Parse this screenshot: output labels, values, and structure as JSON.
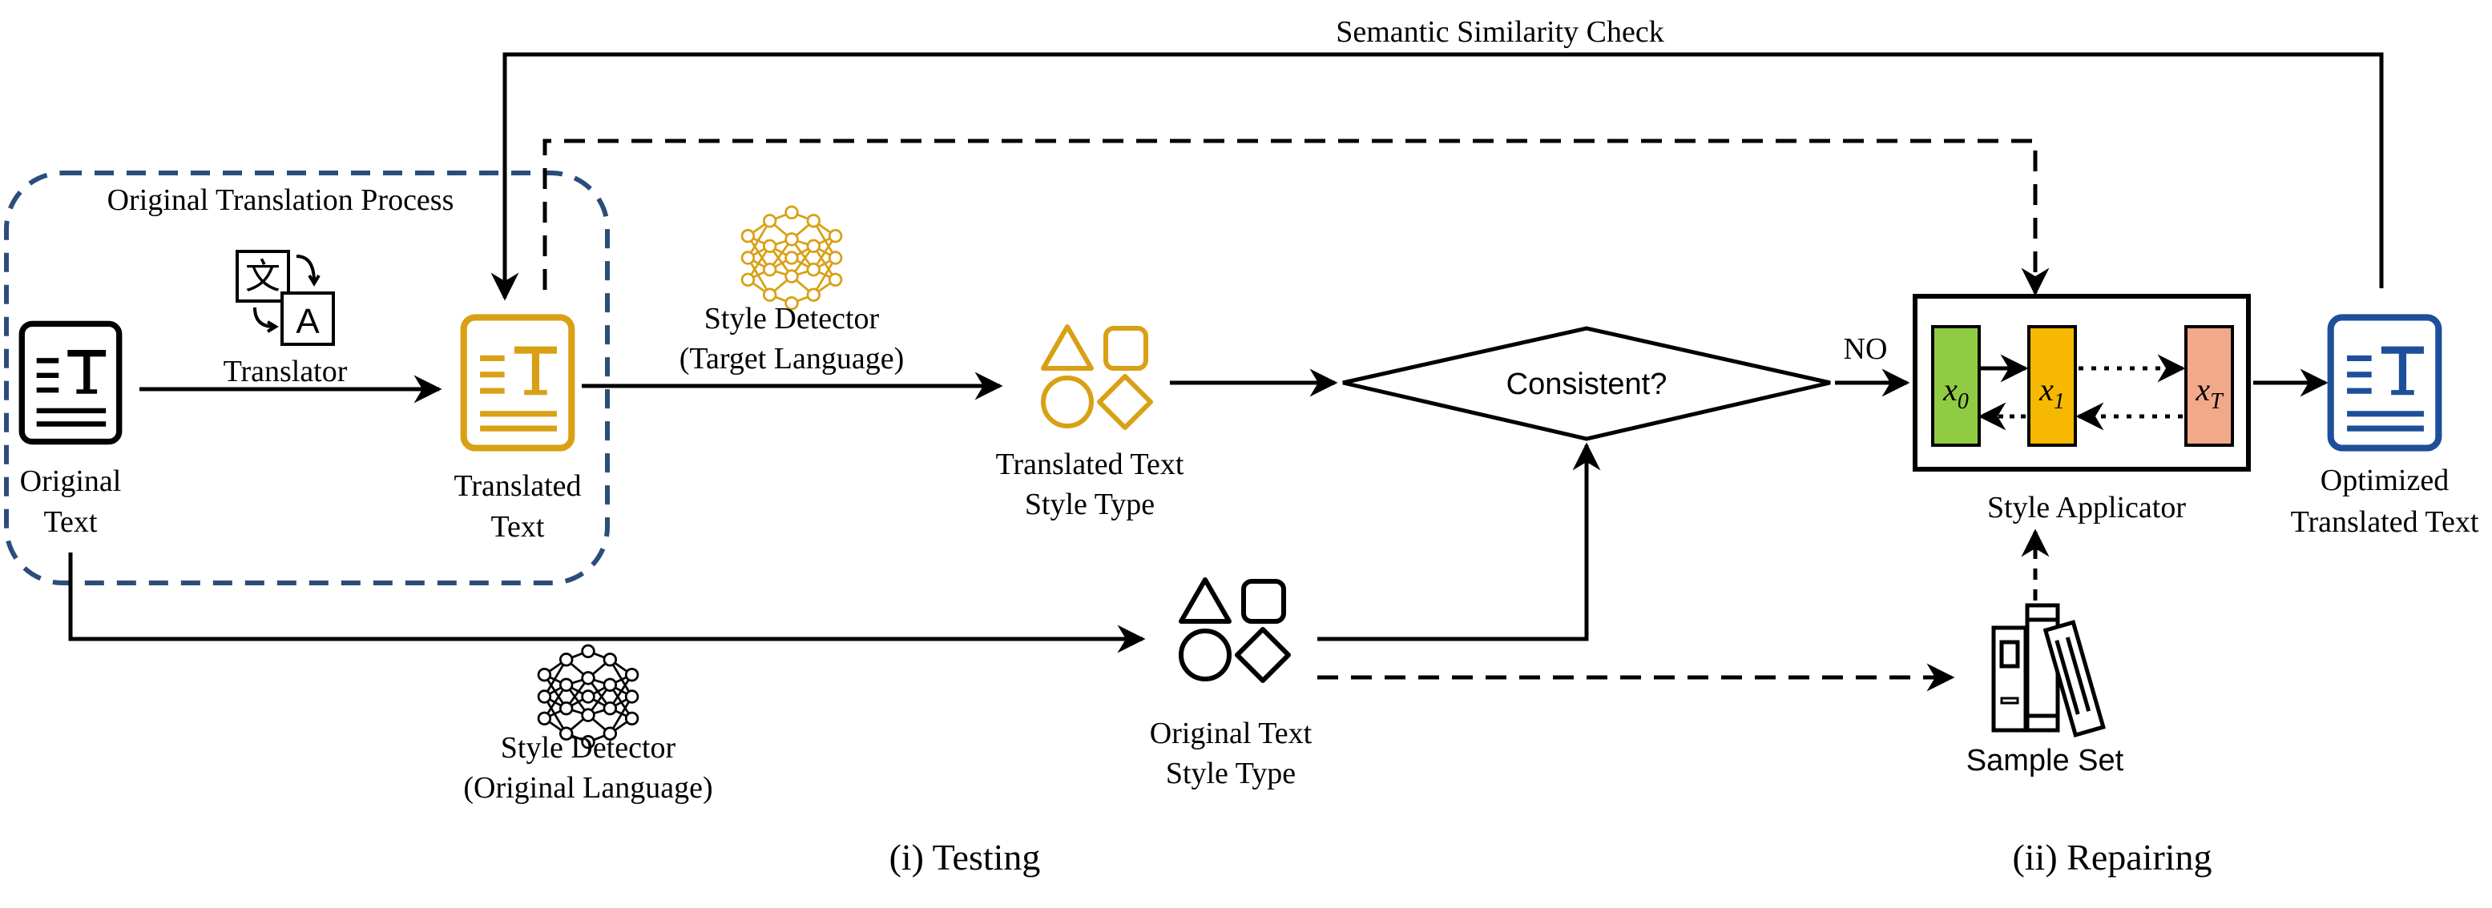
{
  "labels": {
    "semantic_check": "Semantic Similarity Check",
    "original_process": "Original Translation Process",
    "translator": "Translator",
    "original_text_1": "Original",
    "original_text_2": "Text",
    "translated_text_1": "Translated",
    "translated_text_2": "Text",
    "style_detector_target_1": "Style Detector",
    "style_detector_target_2": "(Target Language)",
    "translated_style_1": "Translated Text",
    "translated_style_2": "Style Type",
    "consistent": "Consistent?",
    "no": "NO",
    "style_applicator": "Style Applicator",
    "optimized_1": "Optimized",
    "optimized_2": "Translated Text",
    "style_detector_original_1": "Style Detector",
    "style_detector_original_2": "(Original Language)",
    "original_style_1": "Original Text",
    "original_style_2": "Style Type",
    "sample_set": "Sample Set",
    "testing": "(i) Testing",
    "repairing": "(ii) Repairing",
    "x0_var": "x",
    "x0_sub": "0",
    "x1_var": "x",
    "x1_sub": "1",
    "xT_var": "x",
    "xT_sub": "T",
    "translate_glyph_1": "文",
    "translate_glyph_2": "A"
  },
  "icons": {
    "original_doc": "document-icon",
    "translated_doc": "document-icon",
    "optimized_doc": "document-icon",
    "neural_net": "neural-network-icon",
    "shapes": "shapes-icon",
    "books": "books-icon",
    "translate": "translate-icon"
  },
  "colors": {
    "process_box": "#2b4d7a",
    "translated": "#d9a015",
    "optimized": "#1d4f9a",
    "x0_fill": "#8fcc44",
    "x1_fill": "#f6b800",
    "xT_fill": "#f2a98a",
    "style_target": "#d9a015",
    "line": "#000000"
  }
}
